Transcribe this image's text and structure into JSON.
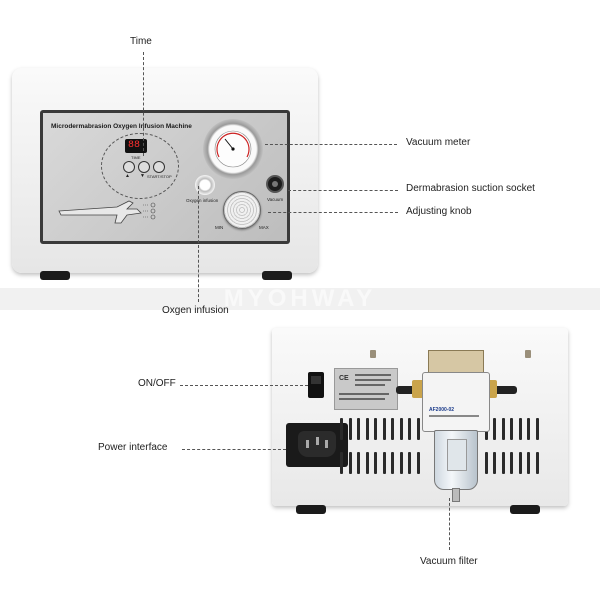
{
  "watermark": "MYOHWAY",
  "front_panel": {
    "title": "Microdermabrasion Oxygen Infusion Machine",
    "display": "88",
    "time_label": "TIME",
    "start_stop_label": "START/STOP",
    "oxygen_label": "Oxygen infusion",
    "vacuum_label": "Vacuum",
    "min_label": "MIN",
    "max_label": "MAX"
  },
  "back_panel": {
    "filter_label": "AF2000-02"
  },
  "callouts": {
    "time": "Time",
    "vacuum_meter": "Vacuum meter",
    "suction_socket": "Dermabrasion suction socket",
    "adjusting_knob": "Adjusting knob",
    "oxygen_infusion": "Oxgen infusion",
    "on_off": "ON/OFF",
    "power_interface": "Power interface",
    "vacuum_filter": "Vacuum filter"
  },
  "colors": {
    "housing": "#f2f2f2",
    "panel": "#c9c9c9",
    "feet": "#1b1b1b",
    "vent": "#2a2a2a"
  }
}
